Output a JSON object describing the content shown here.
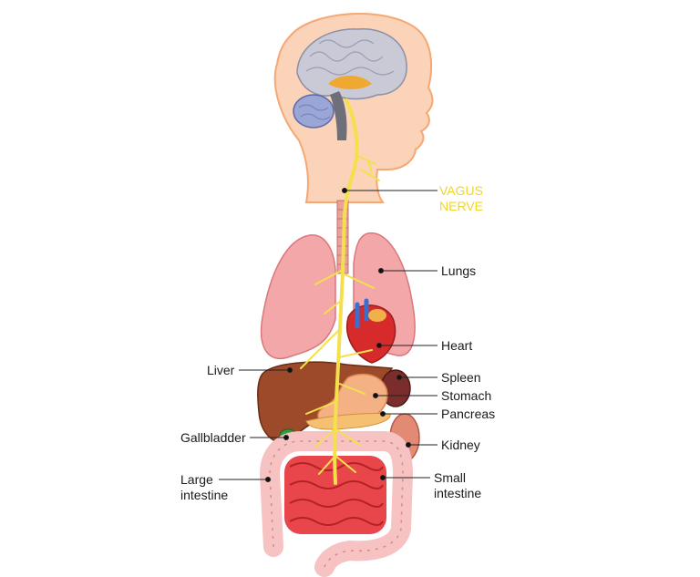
{
  "labels": {
    "vagus_nerve": [
      "VAGUS",
      "NERVE"
    ],
    "lungs": "Lungs",
    "heart": "Heart",
    "liver": "Liver",
    "spleen": "Spleen",
    "stomach": "Stomach",
    "pancreas": "Pancreas",
    "gallbladder": "Gallbladder",
    "kidney": "Kidney",
    "large_intestine": [
      "Large",
      "intestine"
    ],
    "small_intestine": [
      "Small",
      "intestine"
    ]
  },
  "colors": {
    "skin": "#fbd3b8",
    "skin_outline": "#f5a774",
    "nerve": "#f4e04d",
    "brain": "#c9cad6",
    "cerebellum": "#9aa6d6",
    "lungs": "#f3a7a9",
    "heart": "#d72b2b",
    "liver": "#9c4a2a",
    "spleen": "#7a2d2a",
    "stomach": "#f4b184",
    "gallbladder": "#2e9e3e",
    "kidney": "#e28a74",
    "large_intestine": "#f6c2c2",
    "small_intestine": "#e8464a"
  }
}
